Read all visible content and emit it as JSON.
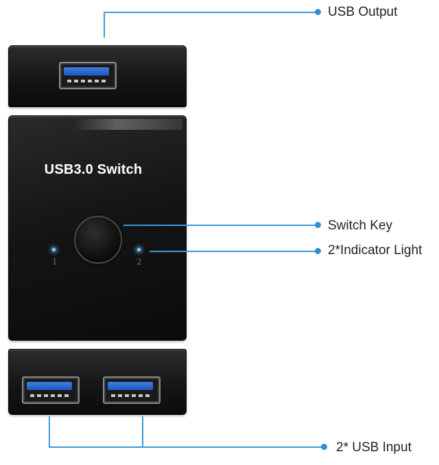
{
  "device": {
    "label": "USB3.0 Switch",
    "indicator_numbers": [
      "1",
      "2"
    ]
  },
  "callouts": {
    "usb_output": "USB Output",
    "switch_key": "Switch Key",
    "indicator_light": "2*Indicator Light",
    "usb_input": "2* USB Input"
  },
  "colors": {
    "leader_line": "#3a9ad6",
    "port_tongue": "#2f66d0",
    "led": "#7fd0ff",
    "device_body": "#141414"
  }
}
